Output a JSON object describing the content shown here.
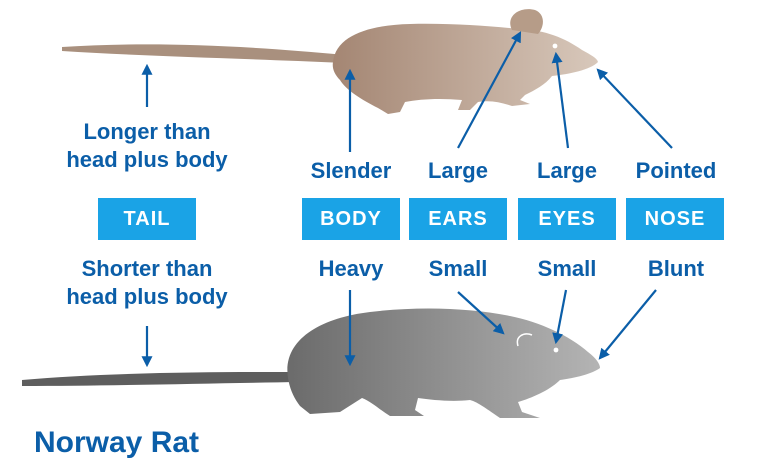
{
  "colors": {
    "label_text": "#0b5ea8",
    "badge_bg": "#1aa3e6",
    "badge_text": "#ffffff",
    "mouse_silhouette": "#b9a08c",
    "rat_silhouette": "#8f8f8f",
    "arrow": "#0b5ea8"
  },
  "features": [
    {
      "key": "tail",
      "badge": "TAIL",
      "top": "Longer than\nhead plus body",
      "bottom": "Shorter than\nhead plus body"
    },
    {
      "key": "body",
      "badge": "BODY",
      "top": "Slender",
      "bottom": "Heavy"
    },
    {
      "key": "ears",
      "badge": "EARS",
      "top": "Large",
      "bottom": "Small"
    },
    {
      "key": "eyes",
      "badge": "EYES",
      "top": "Large",
      "bottom": "Small"
    },
    {
      "key": "nose",
      "badge": "NOSE",
      "top": "Pointed",
      "bottom": "Blunt"
    }
  ],
  "species_label": "Norway Rat"
}
